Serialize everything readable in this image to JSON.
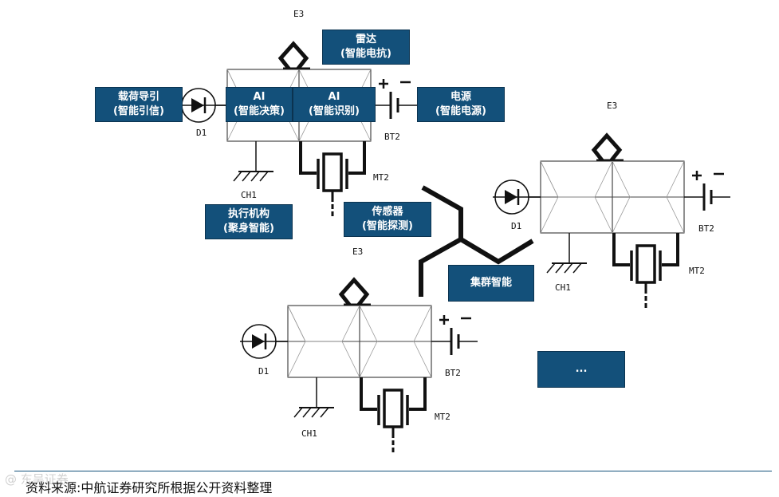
{
  "labels": {
    "radar_title": "雷达",
    "radar_sub": "(智能电抗)",
    "guidance_title": "载荷导引",
    "guidance_sub": "(智能引信)",
    "ai_decision_title": "AI",
    "ai_decision_sub": "(智能决策)",
    "ai_recog_title": "AI",
    "ai_recog_sub": "(智能识别)",
    "power_title": "电源",
    "power_sub": "(智能电源)",
    "actuator_title": "执行机构",
    "actuator_sub": "(聚身智能)",
    "sensor_title": "传感器",
    "sensor_sub": "(智能探测)",
    "swarm": "集群智能",
    "more": "..."
  },
  "refs": {
    "e3": "E3",
    "d1": "D1",
    "bt2": "BT2",
    "mt2": "MT2",
    "ch1": "CH1"
  },
  "footer": {
    "source": "资料来源:中航证券研究所根据公开资料整理",
    "watermark": "@ 东吴证券"
  },
  "colors": {
    "label_bg": "#13507a",
    "line": "#111111"
  }
}
